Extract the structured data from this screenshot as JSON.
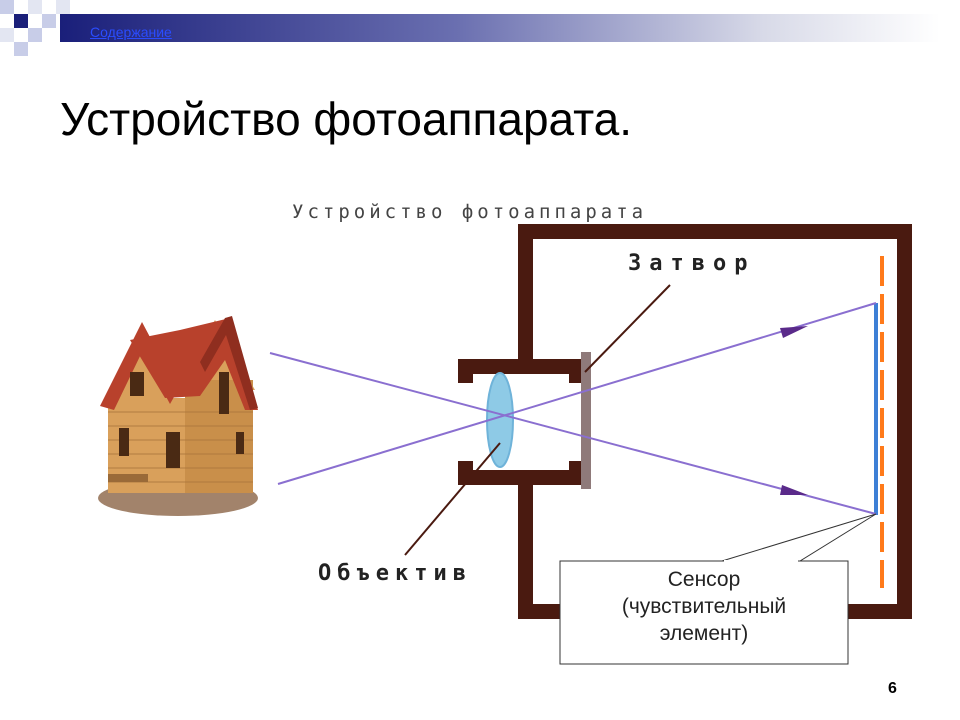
{
  "header": {
    "contents_link": "Содержание",
    "title": "Устройство фотоаппарата."
  },
  "diagram": {
    "caption": "Устройство фотоаппарата",
    "labels": {
      "shutter": "Затвор",
      "lens": "Объектив",
      "sensor": "Сенсор\n(чувствительный\nэлемент)"
    }
  },
  "footer": {
    "slide_number": "6"
  },
  "colors": {
    "camera_body": "#4a1a10",
    "ray": "#8a6fd0",
    "lens": "#8ecae6",
    "shutter": "#8f7a7a",
    "sensor": "#3d7fd6",
    "sensor_dashes": "#ff7a1a",
    "roof": "#b8412c",
    "walls": "#d9a05b"
  }
}
